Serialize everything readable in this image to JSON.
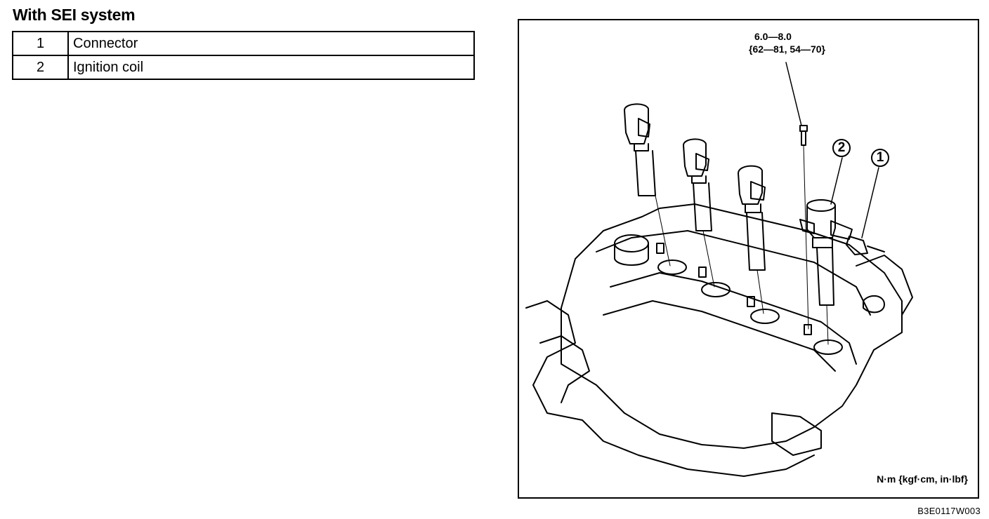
{
  "title": "With SEI system",
  "parts": [
    {
      "number": "1",
      "name": "Connector"
    },
    {
      "number": "2",
      "name": "Ignition coil"
    }
  ],
  "figure": {
    "torque_value": "6.0—8.0",
    "torque_alt": "{62—81, 54—70}",
    "callouts": [
      "1",
      "2"
    ],
    "units": "N·m {kgf·cm,  in·lbf}",
    "code": "B3E0117W003"
  }
}
